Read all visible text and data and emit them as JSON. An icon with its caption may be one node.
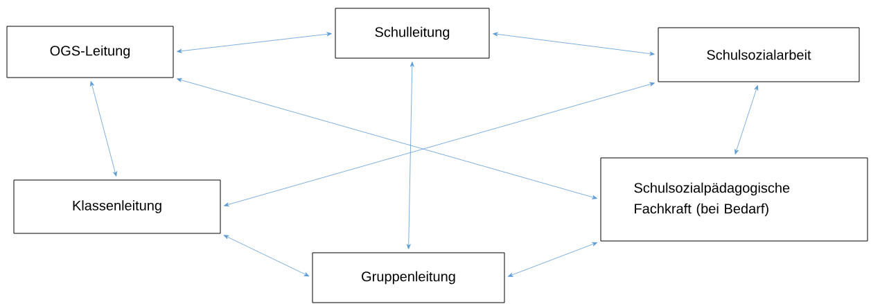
{
  "diagram": {
    "nodes": [
      {
        "text": [
          "OGS-Leitung"
        ]
      },
      {
        "text": [
          "Schulleitung"
        ]
      },
      {
        "text": [
          "Schulsozialarbeit"
        ]
      },
      {
        "text": [
          "Klassenleitung"
        ]
      },
      {
        "text": [
          "Schulsozialpädagogische Fachkraft (bei Bedarf)"
        ]
      },
      {
        "text": [
          "Gruppenleitung"
        ]
      }
    ],
    "edges": [
      {
        "from": 0,
        "to": 1,
        "arrow": "both"
      },
      {
        "from": 1,
        "to": 2,
        "arrow": "both"
      },
      {
        "from": 2,
        "to": 4,
        "arrow": "both"
      },
      {
        "from": 0,
        "to": 3,
        "arrow": "both"
      },
      {
        "from": 0,
        "to": 4,
        "arrow": "both"
      },
      {
        "from": 1,
        "to": 5,
        "arrow": "both"
      },
      {
        "from": 3,
        "to": 2,
        "arrow": "both"
      },
      {
        "from": 3,
        "to": 5,
        "arrow": "both"
      },
      {
        "from": 5,
        "to": 4,
        "arrow": "both"
      }
    ]
  }
}
